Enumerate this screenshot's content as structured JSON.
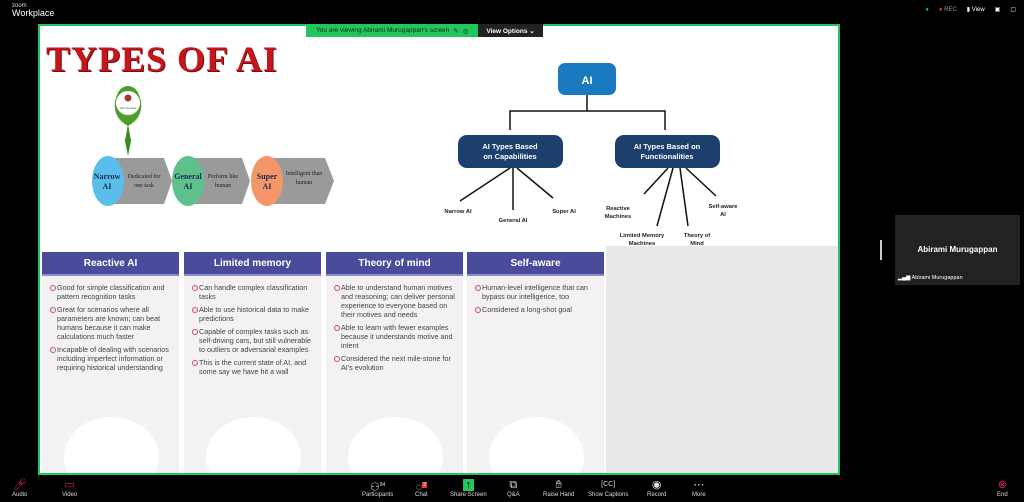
{
  "app": {
    "brand_small": "zoom",
    "brand": "Workplace",
    "rec": "REC",
    "view": "View"
  },
  "banner": {
    "text": "You are viewing  Abirami Murugappan's screen",
    "view_options": "View Options"
  },
  "slide": {
    "title": "TYPES OF AI",
    "pin": "We are here",
    "steps": [
      {
        "name": "Narrow AI",
        "desc": "Dedicated for one task"
      },
      {
        "name": "General AI",
        "desc": "Perform like human"
      },
      {
        "name": "Super AI",
        "desc": "Intelligent than human"
      }
    ],
    "tree": {
      "root": "AI",
      "cap": [
        "AI Types Based",
        "on Capabilities"
      ],
      "func": [
        "AI Types Based on",
        "Functionalities"
      ],
      "cap_children": [
        "Narrow AI",
        "General AI",
        "Super AI"
      ],
      "func_children": [
        "Reactive",
        "Machines",
        "Limited Memory",
        "Machines",
        "Theory of",
        "Mind",
        "Self-aware",
        "AI"
      ]
    },
    "cards": [
      {
        "title": "Reactive AI",
        "items": [
          "Good for simple classification and pattern recognition tasks",
          "Great for scenarios where all parameters are known; can beat humans because it can make calculations much faster",
          "Incapable of dealing with scenarios including imperfect information or requiring historical understanding"
        ]
      },
      {
        "title": "Limited memory",
        "items": [
          "Can handle complex classification tasks",
          "Able to use historical data to make predictions",
          "Capable of complex tasks such as self-driving cars, but still vulnerable to outliers or adversarial examples",
          "This is the current state of AI, and some say we have hit a wall"
        ]
      },
      {
        "title": "Theory of mind",
        "items": [
          "Able to understand human motives and reasoning; can deliver personal experience to everyone based on their motives and needs",
          "Able to learn with fewer examples because it understands motive and intent",
          "Considered the next mile-stone for AI's evolution"
        ]
      },
      {
        "title": "Self-aware",
        "items": [
          "Human-level intelligence that can bypass our intelligence, too",
          "Considered a long-shot goal"
        ]
      }
    ]
  },
  "participant": {
    "name": "Abirami Murugappan"
  },
  "toolbar": {
    "audio": "Audio",
    "video": "Video",
    "participants": "Participants",
    "participants_count": "84",
    "chat": "Chat",
    "chat_badge": "2",
    "share": "Share Screen",
    "qa": "Q&A",
    "raise": "Raise Hand",
    "captions": "Show Captions",
    "record": "Record",
    "more": "More",
    "end": "End"
  }
}
